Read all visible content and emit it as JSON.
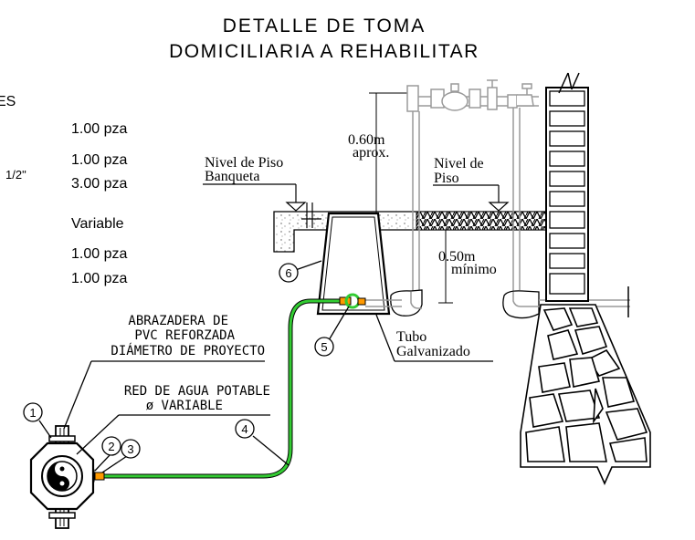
{
  "title": {
    "line1": "DETALLE DE TOMA",
    "line2": "DOMICILIARIA A REHABILITAR"
  },
  "materials": {
    "header_fragment": "ES",
    "size_fragment": "1/2\"",
    "quantities": [
      "1.00  pza",
      "1.00  pza",
      "3.00  pza",
      "Variable",
      "1.00  pza",
      "1.00  pza"
    ]
  },
  "labels": {
    "sidewalk_level_1": "Nivel de Piso",
    "sidewalk_level_2": "Banqueta",
    "floor_level_1": "Nivel de",
    "floor_level_2": "Piso",
    "depth_060": "0.60m",
    "depth_060_note": "aprox.",
    "depth_050": "0.50m",
    "depth_050_note": "mínimo",
    "galvanized_1": "Tubo",
    "galvanized_2": "Galvanizado",
    "clamp_1": "ABRAZADERA DE",
    "clamp_2": "PVC REFORZADA",
    "clamp_3": "DIÁMETRO DE PROYECTO",
    "network_1": "RED DE AGUA POTABLE",
    "network_2": "ø VARIABLE"
  },
  "callouts": [
    "1",
    "2",
    "3",
    "4",
    "5",
    "6"
  ],
  "colors": {
    "line": "#000000",
    "pipe_green": "#33cc33",
    "fitting_orange": "#ff9900",
    "fixture_grey": "#9a9a9a"
  }
}
